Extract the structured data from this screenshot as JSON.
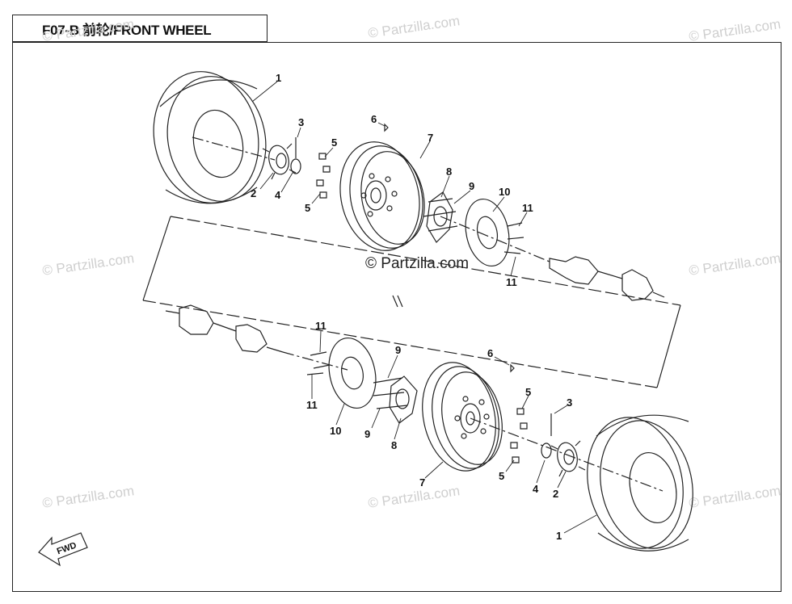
{
  "header": {
    "title": "F07-B 前轮/FRONT WHEEL"
  },
  "watermarks": {
    "text": "© Partzilla.com",
    "center_text": "© Partzilla.com"
  },
  "fwd_label": "FWD",
  "callouts": {
    "c1": "1",
    "c2": "2",
    "c3": "3",
    "c4": "4",
    "c5": "5",
    "c6": "6",
    "c7": "7",
    "c8": "8",
    "c9": "9",
    "c10": "10",
    "c11": "11"
  }
}
